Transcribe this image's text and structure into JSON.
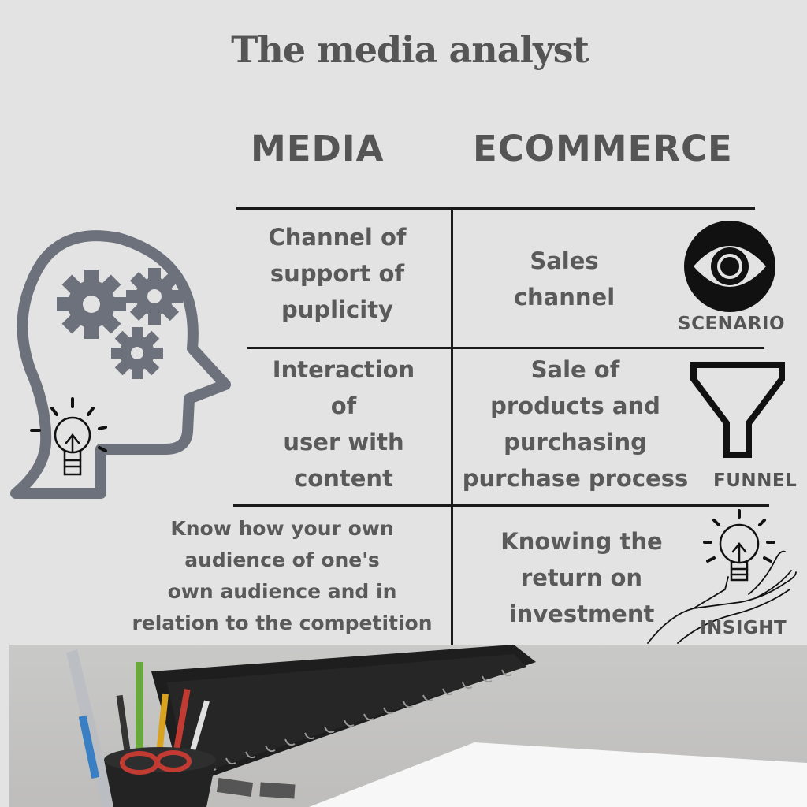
{
  "title": "The media analyst",
  "columns": {
    "media": "MEDIA",
    "ecommerce": "ECOMMERCE"
  },
  "rows": [
    {
      "media": "Channel of\nsupport of\npuplicity",
      "ecommerce": "Sales\nchannel",
      "icon": "eye-icon",
      "icon_label": "SCENARIO"
    },
    {
      "media": "Interaction\nof\nuser with\ncontent",
      "ecommerce": "Sale of\nproducts and\npurchasing\npurchase process",
      "icon": "funnel-icon",
      "icon_label": "FUNNEL"
    },
    {
      "media": "Know how your own\naudience of one's\nown audience  and in\nrelation to the competition",
      "ecommerce": "Knowing the\nreturn on\ninvestment",
      "icon": "hand-lightbulb-icon",
      "icon_label": "INSIGHT"
    }
  ],
  "colors": {
    "background": "#e3e3e3",
    "text": "#585858",
    "head_icon": "#6d717c",
    "line": "#1a1a1a"
  }
}
